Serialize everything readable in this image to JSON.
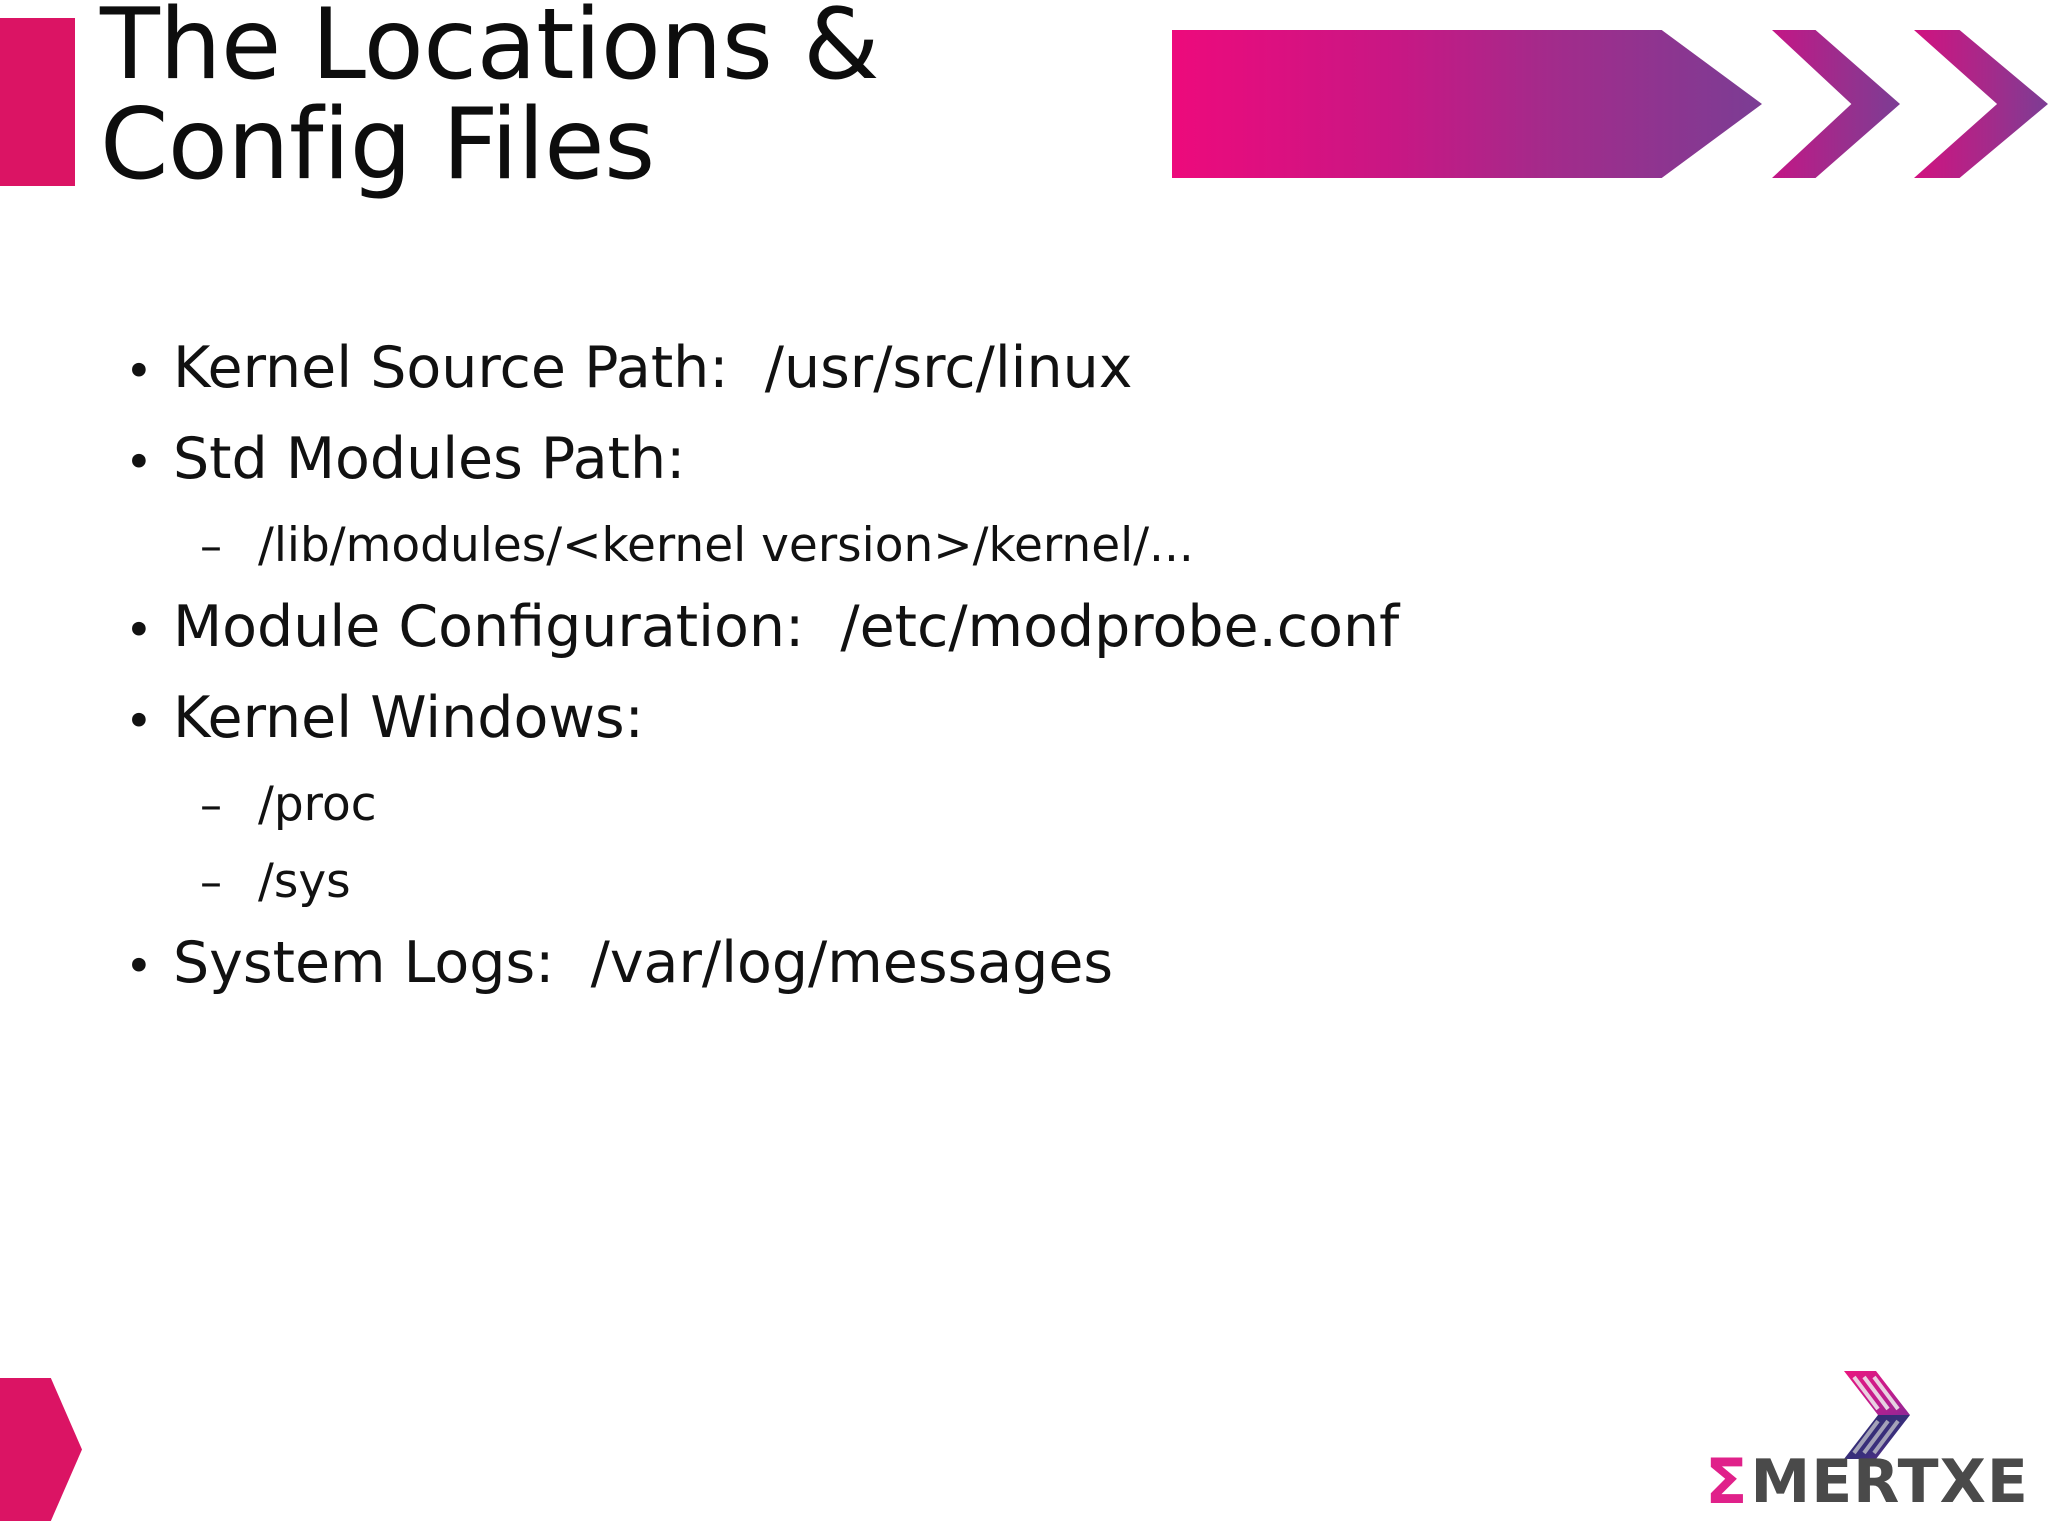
{
  "slide": {
    "title": "The Locations &\nConfig Files",
    "background_color": "#FFFFFF",
    "accent_color": "#DB1464"
  },
  "header": {
    "banner_gradient_start": "#ED0A7C",
    "banner_gradient_end": "#7B3D94",
    "chevron_count": 2
  },
  "content": {
    "bullets": [
      {
        "level": 1,
        "marker": "•",
        "text": "Kernel Source Path:  /usr/src/linux"
      },
      {
        "level": 1,
        "marker": "•",
        "text": "Std Modules Path:"
      },
      {
        "level": 2,
        "marker": "–",
        "text": "/lib/modules/<kernel version>/kernel/..."
      },
      {
        "level": 1,
        "marker": "•",
        "text": "Module Configuration:  /etc/modprobe.conf"
      },
      {
        "level": 1,
        "marker": "•",
        "text": "Kernel Windows:"
      },
      {
        "level": 2,
        "marker": "–",
        "text": "/proc"
      },
      {
        "level": 2,
        "marker": "–",
        "text": "/sys"
      },
      {
        "level": 1,
        "marker": "•",
        "text": "System Logs:  /var/log/messages"
      }
    ]
  },
  "footer": {
    "corner_arrow_color": "#DB1464",
    "logo": {
      "sigma": "Σ",
      "name": "MERTXE",
      "sigma_color": "#E0218A",
      "name_color": "#4A4A4A"
    }
  }
}
